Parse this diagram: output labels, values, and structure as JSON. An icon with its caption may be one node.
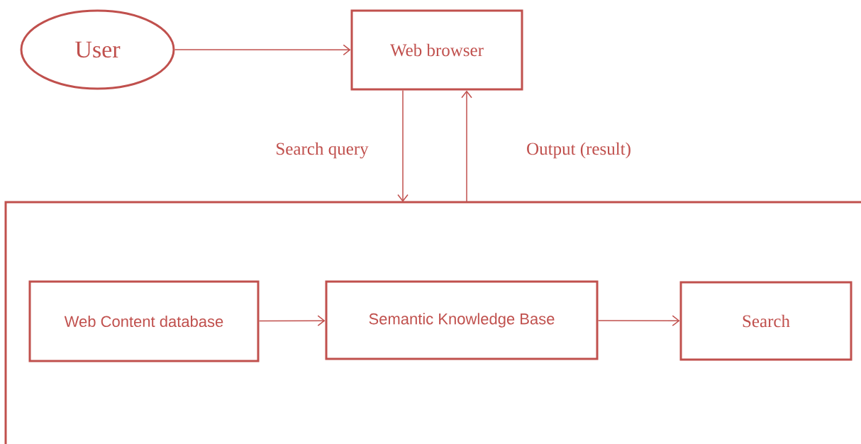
{
  "diagram": {
    "nodes": [
      {
        "text": [
          "User"
        ]
      },
      {
        "text": [
          "Web browser"
        ]
      },
      {
        "text": [],
        "shape": "box"
      },
      {
        "text": [
          "Web Content database"
        ],
        "in": 2
      },
      {
        "text": [
          "Semantic Knowledge Base"
        ],
        "in": 2
      },
      {
        "text": [
          "Search"
        ],
        "in": 2
      }
    ],
    "edges": [
      {
        "from": 0,
        "to": 1,
        "arrow": "to"
      },
      {
        "from": 1,
        "to": 2,
        "arrow": "to",
        "label": "Search query"
      },
      {
        "from": 2,
        "to": 1,
        "arrow": "to",
        "label": "Output (result)"
      },
      {
        "from": 3,
        "to": 4,
        "arrow": "to"
      },
      {
        "from": 4,
        "to": 5,
        "arrow": "to"
      }
    ]
  }
}
